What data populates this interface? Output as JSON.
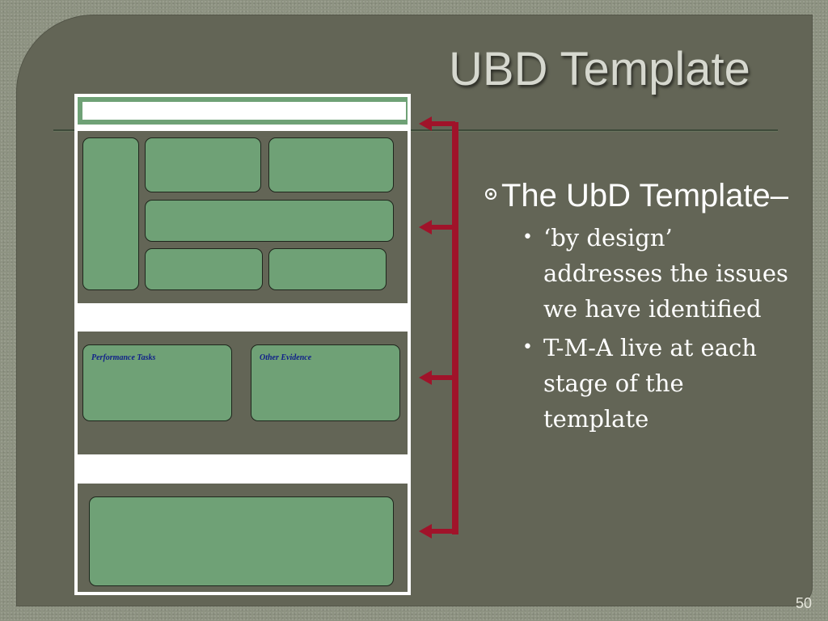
{
  "slide": {
    "title": "UBD Template",
    "page_number": "50"
  },
  "template_diagram": {
    "stage2_labels": {
      "performance_tasks": "Performance Tasks",
      "other_evidence": "Other Evidence"
    }
  },
  "content": {
    "bullet_main": "The UbD Template–",
    "sub_bullets": [
      "‘by design’ addresses the issues we have identified",
      "T-M-A live at each stage of the template"
    ]
  },
  "colors": {
    "panel": "#636556",
    "box_fill": "#6fa176",
    "bracket": "#a0132a",
    "label_text": "#101f8a"
  },
  "icons": {
    "main_bullet": "circle-dot-bullet-icon",
    "bracket_arrows": "left-arrow-icon"
  }
}
